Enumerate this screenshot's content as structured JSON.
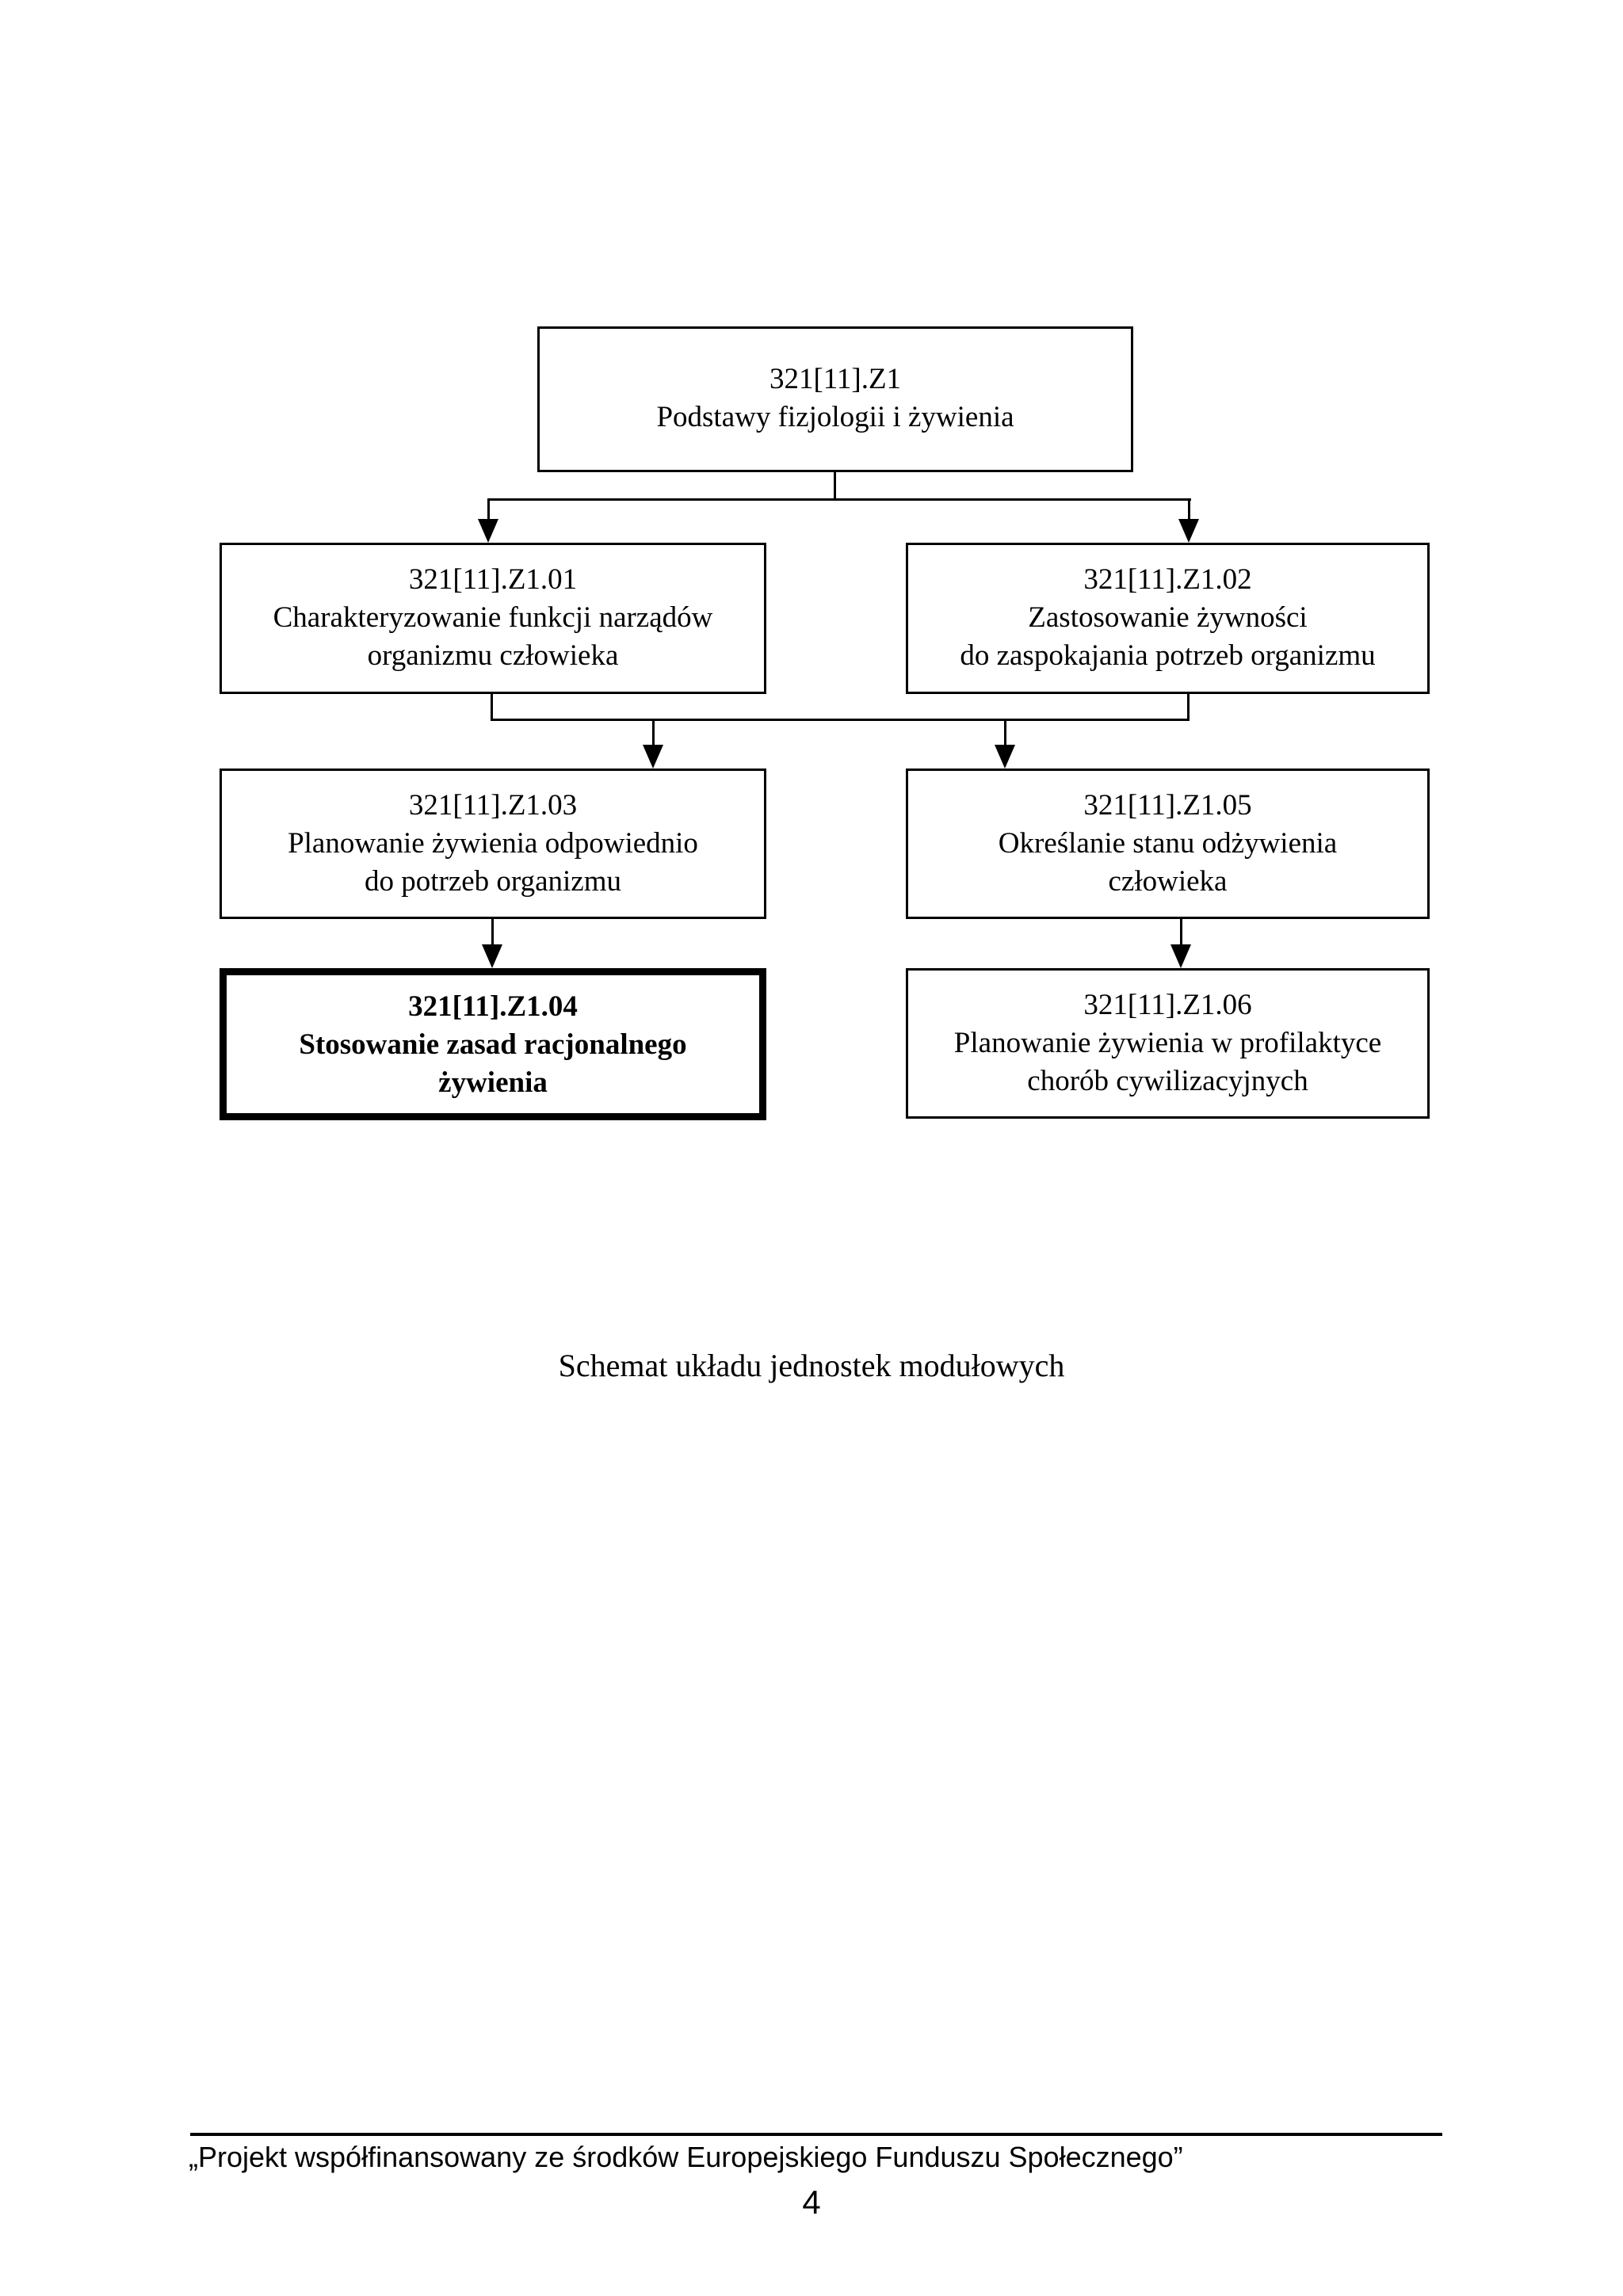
{
  "page": {
    "caption": "Schemat układu jednostek modułowych",
    "footer": {
      "credit": "„Projekt współfinansowany ze środków Europejskiego Funduszu Społecznego”",
      "page_number": "4"
    },
    "colors": {
      "ink": "#000000",
      "paper": "#ffffff"
    }
  },
  "diagram": {
    "nodes": [
      {
        "code": "321[11].Z1",
        "label_lines": [
          "Podstawy fizjologii i żywienia"
        ],
        "emphasis": false
      },
      {
        "code": "321[11].Z1.01",
        "label_lines": [
          "Charakteryzowanie funkcji narządów",
          "organizmu człowieka"
        ],
        "emphasis": false
      },
      {
        "code": "321[11].Z1.02",
        "label_lines": [
          "Zastosowanie żywności",
          "do zaspokajania potrzeb organizmu"
        ],
        "emphasis": false
      },
      {
        "code": "321[11].Z1.03",
        "label_lines": [
          "Planowanie żywienia odpowiednio",
          "do potrzeb organizmu"
        ],
        "emphasis": false
      },
      {
        "code": "321[11].Z1.05",
        "label_lines": [
          "Określanie stanu odżywienia",
          "człowieka"
        ],
        "emphasis": false
      },
      {
        "code": "321[11].Z1.04",
        "label_lines": [
          "Stosowanie zasad racjonalnego",
          "żywienia"
        ],
        "emphasis": true
      },
      {
        "code": "321[11].Z1.06",
        "label_lines": [
          "Planowanie żywienia w profilaktyce",
          "chorób cywilizacyjnych"
        ],
        "emphasis": false
      }
    ]
  }
}
